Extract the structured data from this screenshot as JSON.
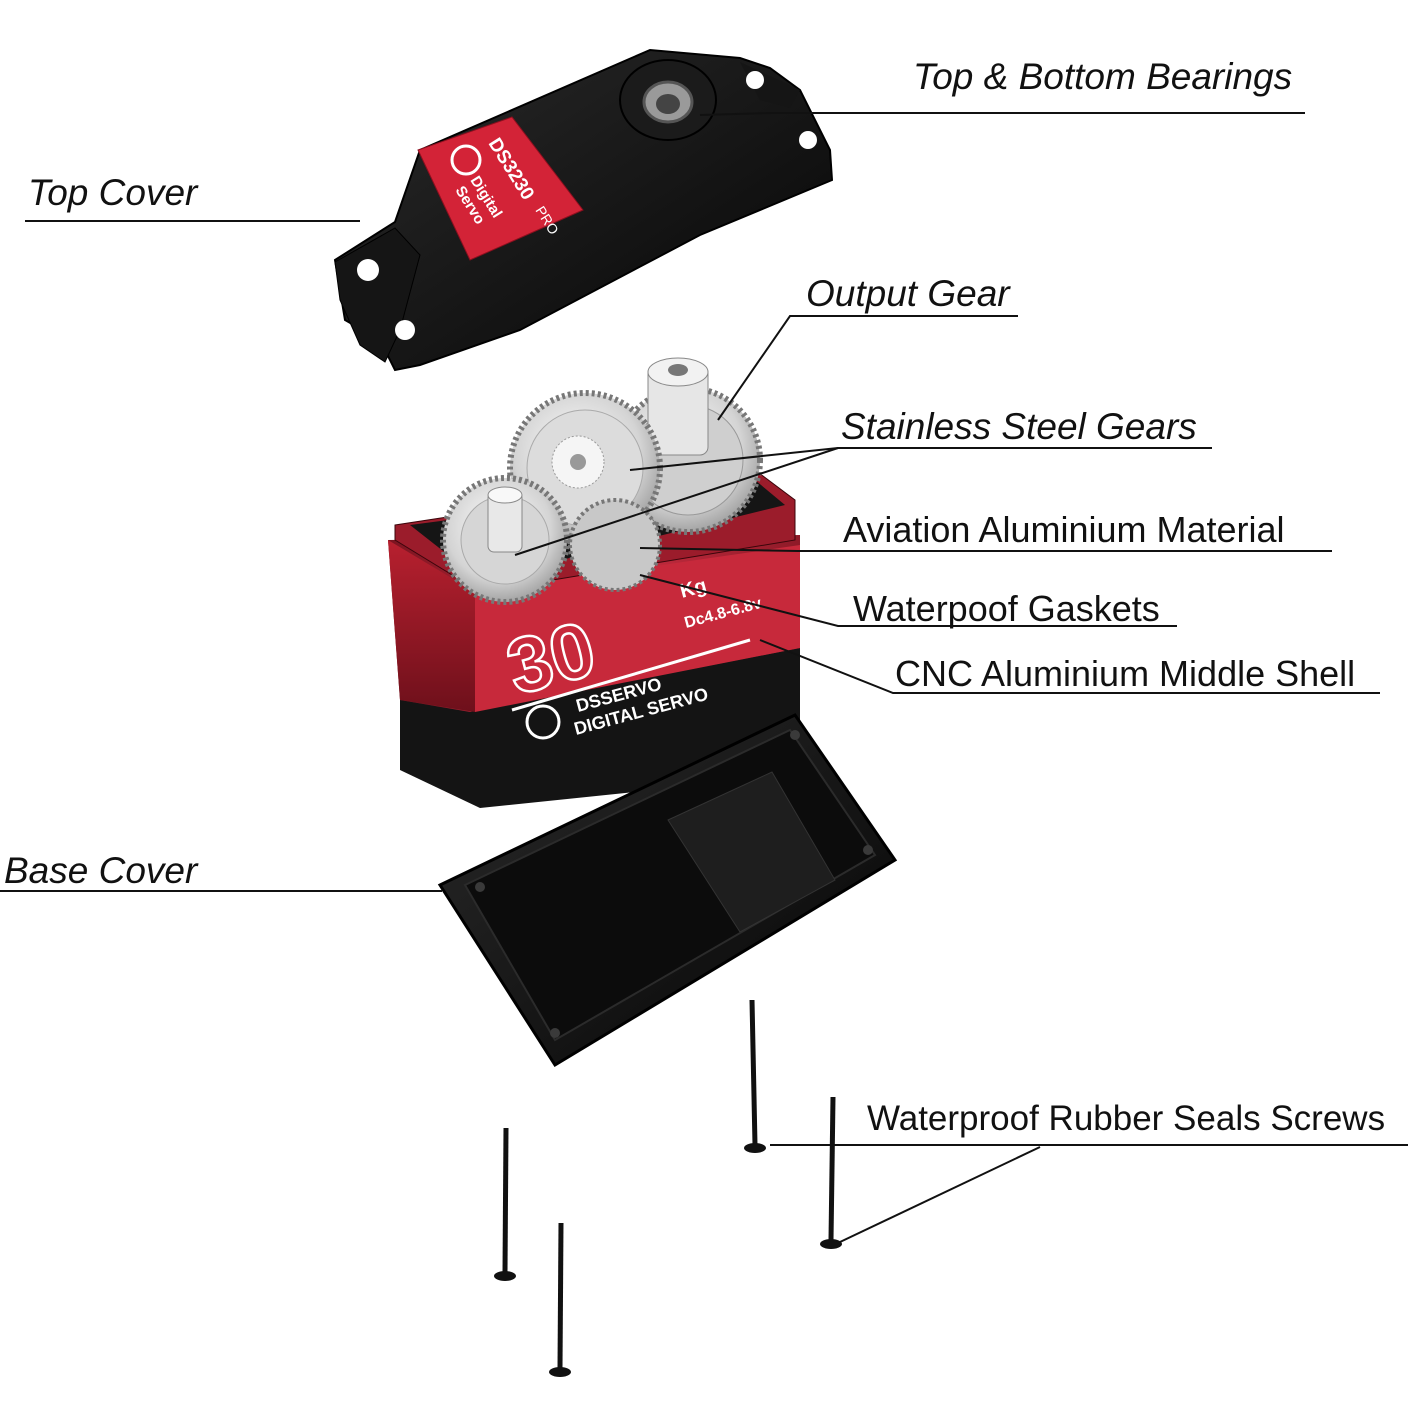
{
  "labels": {
    "bearings": "Top & Bottom Bearings",
    "top_cover": "Top Cover",
    "output_gear": "Output Gear",
    "steel_gears": "Stainless Steel Gears",
    "aviation": "Aviation Aluminium Material",
    "gaskets": "Waterpoof Gaskets",
    "shell": "CNC Aluminium Middle Shell",
    "base_cover": "Base Cover",
    "screws": "Waterproof Rubber Seals Screws"
  },
  "top_cover_print": {
    "model": "DS3230",
    "suffix": "PRO",
    "brand_line1": "Digital",
    "brand_line2": "Servo"
  },
  "body_print": {
    "torque": "30",
    "unit": "Kg",
    "voltage": "Dc4.8-6.8v",
    "brand": "DSSERVO",
    "type": "DIGITAL SERVO"
  },
  "colors": {
    "red": "#c8283a",
    "dark_red": "#7a1420",
    "black": "#111111",
    "steel": "#d8d8d8"
  }
}
